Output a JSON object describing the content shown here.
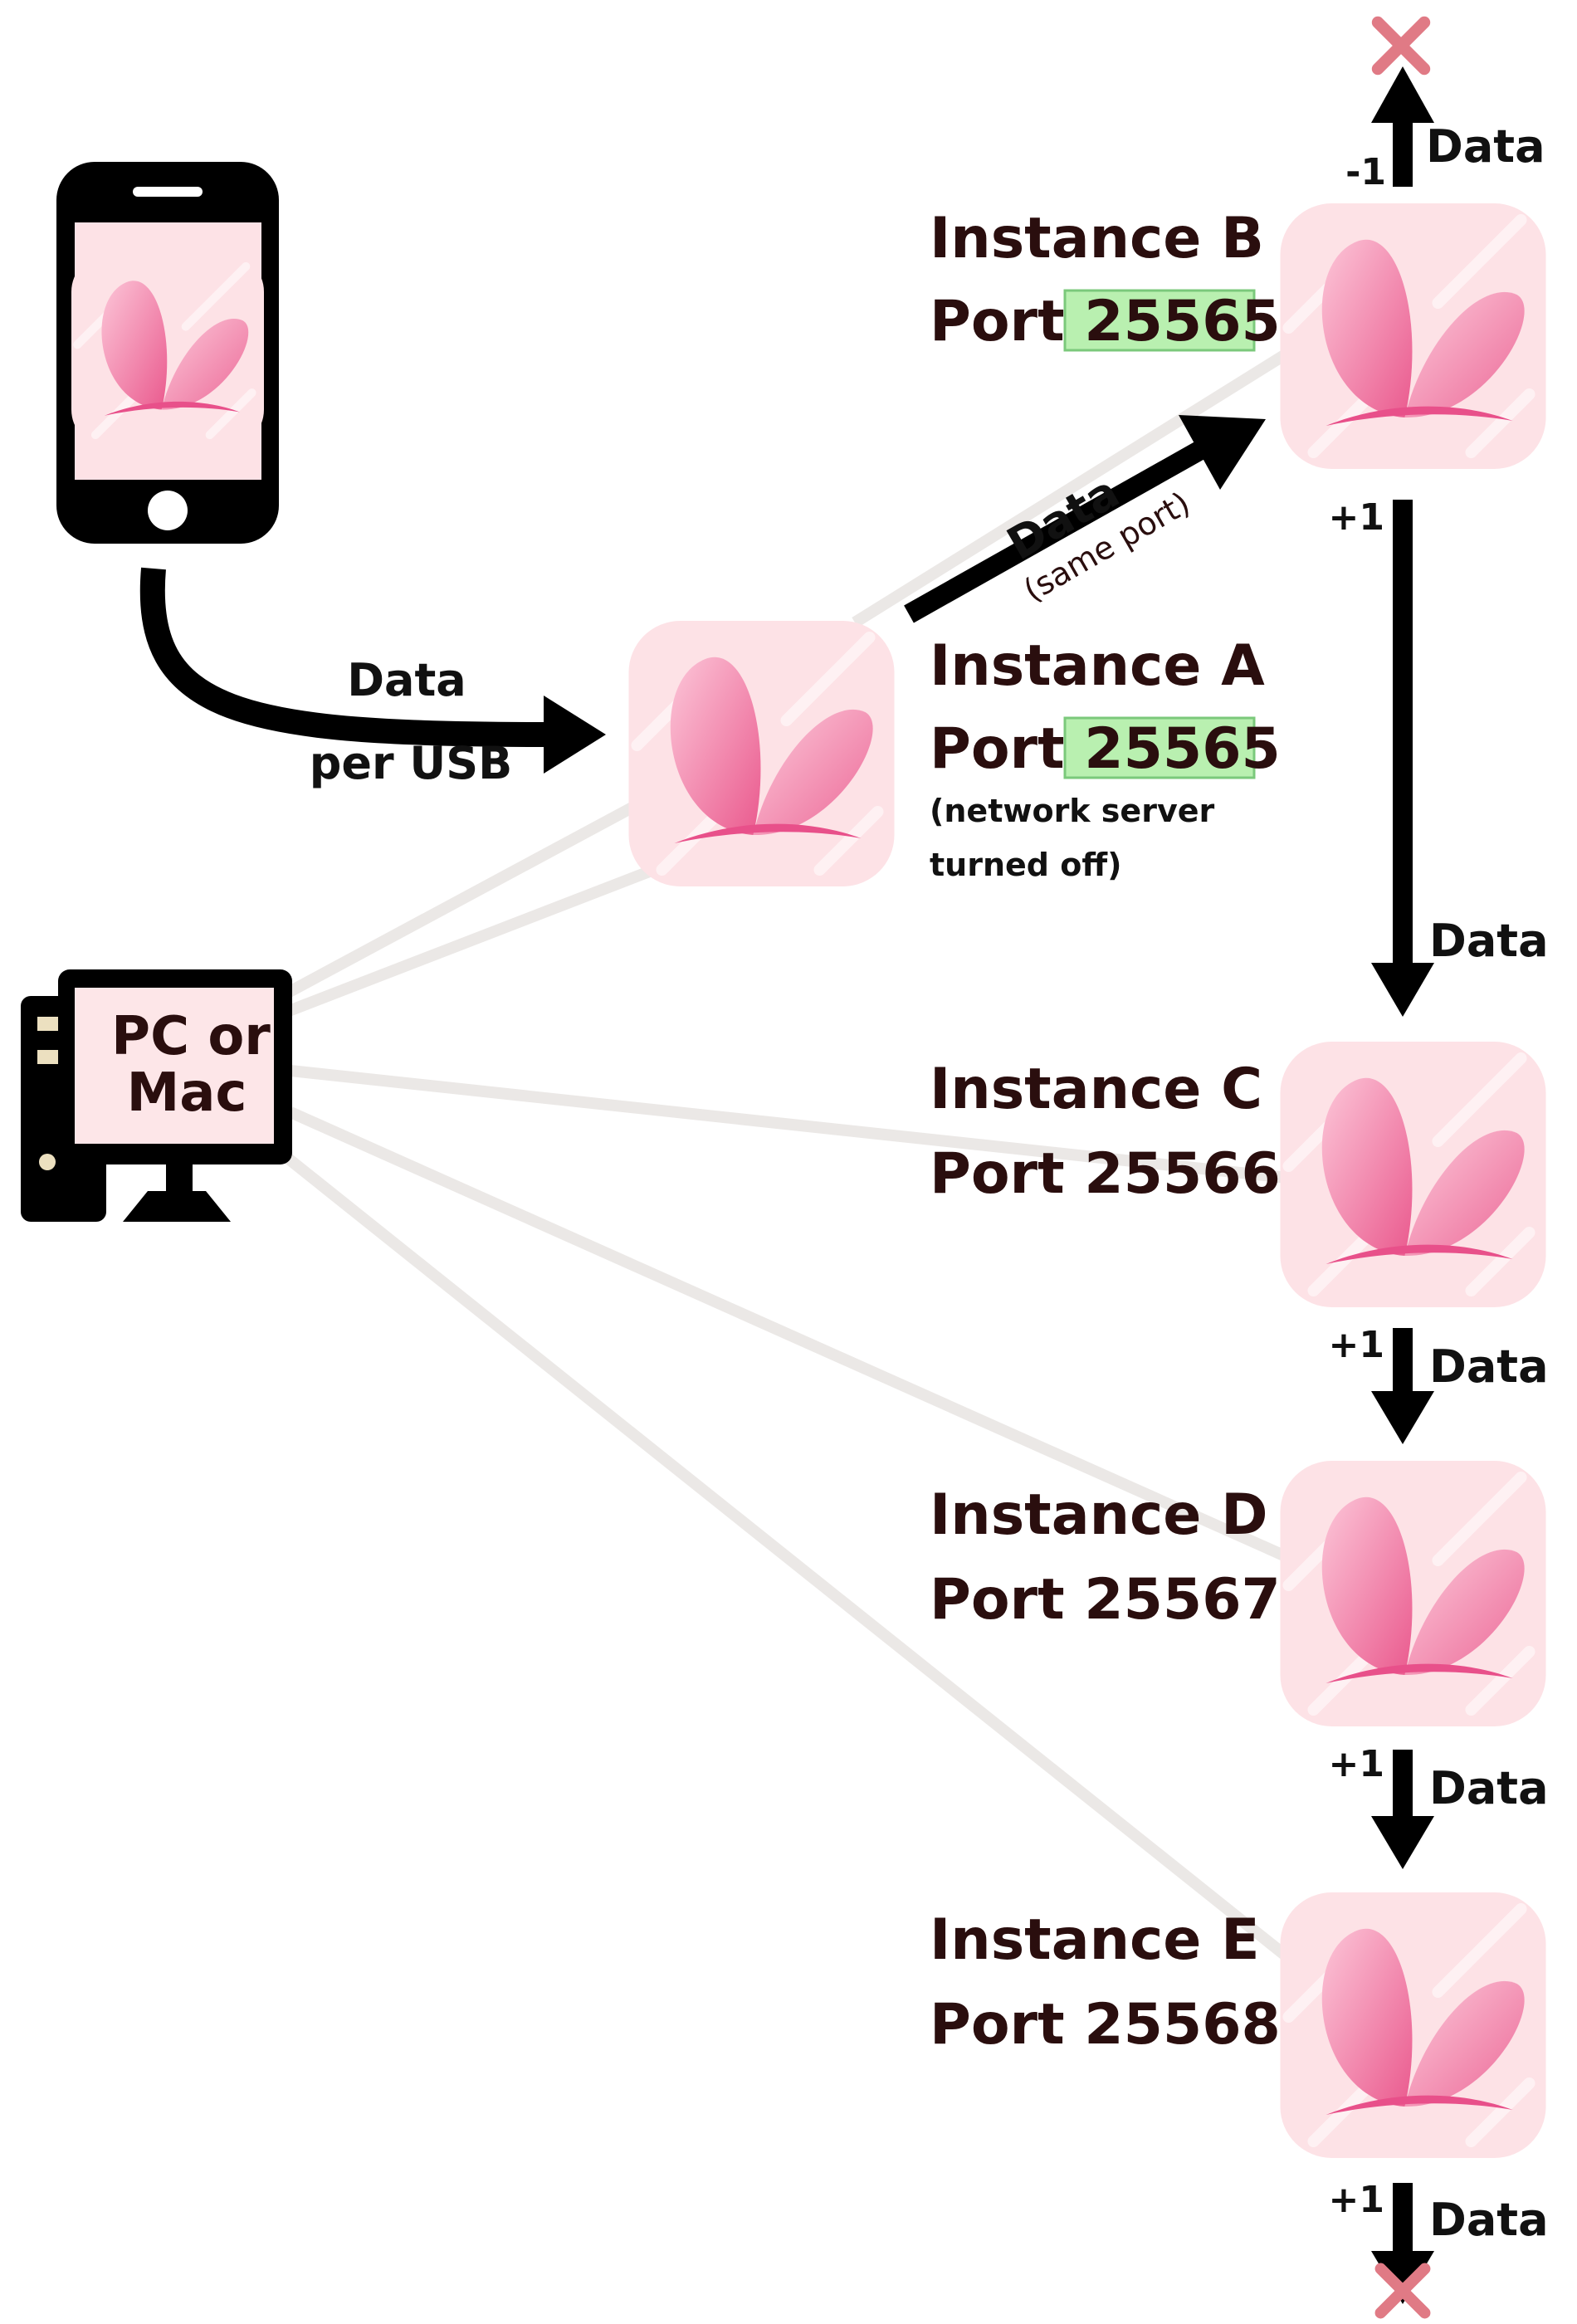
{
  "phone": {
    "label": ""
  },
  "computer": {
    "label_line1": "PC or",
    "label_line2": "Mac"
  },
  "usb_link": {
    "label_line1": "Data",
    "label_line2": "per USB"
  },
  "same_port_link": {
    "label_line1": "Data",
    "label_line2": "(same port)"
  },
  "instances": [
    {
      "id": "A",
      "name": "Instance A",
      "port_prefix": "Port ",
      "port": "25565",
      "highlighted": true,
      "note_line1": "(network server",
      "note_line2": "turned off)"
    },
    {
      "id": "B",
      "name": "Instance B",
      "port_prefix": "Port ",
      "port": "25565",
      "highlighted": true
    },
    {
      "id": "C",
      "name": "Instance C",
      "port_prefix": "Port ",
      "port": "25566",
      "highlighted": false
    },
    {
      "id": "D",
      "name": "Instance D",
      "port_prefix": "Port ",
      "port": "25567",
      "highlighted": false
    },
    {
      "id": "E",
      "name": "Instance E",
      "port_prefix": "Port ",
      "port": "25568",
      "highlighted": false
    }
  ],
  "chain": [
    {
      "from": "B",
      "to": "end-top",
      "offset": "-1",
      "label": "Data"
    },
    {
      "from": "B",
      "to": "C",
      "offset": "+1",
      "label": "Data"
    },
    {
      "from": "C",
      "to": "D",
      "offset": "+1",
      "label": "Data"
    },
    {
      "from": "D",
      "to": "E",
      "offset": "+1",
      "label": "Data"
    },
    {
      "from": "E",
      "to": "end-bottom",
      "offset": "+1",
      "label": "Data"
    }
  ],
  "colors": {
    "highlight_fill": "#b9f0b0",
    "highlight_stroke": "#7bc97b",
    "icon_bg": "#fde2e6",
    "petal": "#f07aa3",
    "cross": "#e07a85",
    "link_gray": "#ebe8e6",
    "text": "#2a0e0e"
  }
}
